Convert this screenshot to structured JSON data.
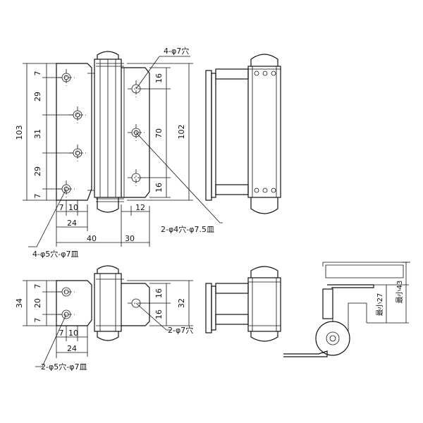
{
  "top_view": {
    "left_dims": [
      "7",
      "29",
      "31",
      "29",
      "7"
    ],
    "overall_height": "103",
    "hole_label_top": "4-φ7穴",
    "right_dims": [
      "16",
      "70",
      "16"
    ],
    "overall_height_right": "102",
    "bottom_dims_left": [
      "7",
      "10"
    ],
    "width_24": "24",
    "width_40": "40",
    "width_12": "12",
    "width_30": "30",
    "countersink_right": "2-φ4穴-φ7.5皿",
    "countersink_left": "4-φ5穴-φ7皿"
  },
  "bottom_view": {
    "left_dims": [
      "7",
      "20",
      "7"
    ],
    "overall_height": "34",
    "right_dims": [
      "16",
      "16"
    ],
    "overall_right": "32",
    "hole_label": "2-φ7穴",
    "bottom_dims_left": [
      "7",
      "10"
    ],
    "width_24": "24",
    "countersink_label": "2-φ5穴-φ7皿"
  },
  "side_detail": {
    "min_27": "最小27",
    "min_43": "最小43"
  }
}
